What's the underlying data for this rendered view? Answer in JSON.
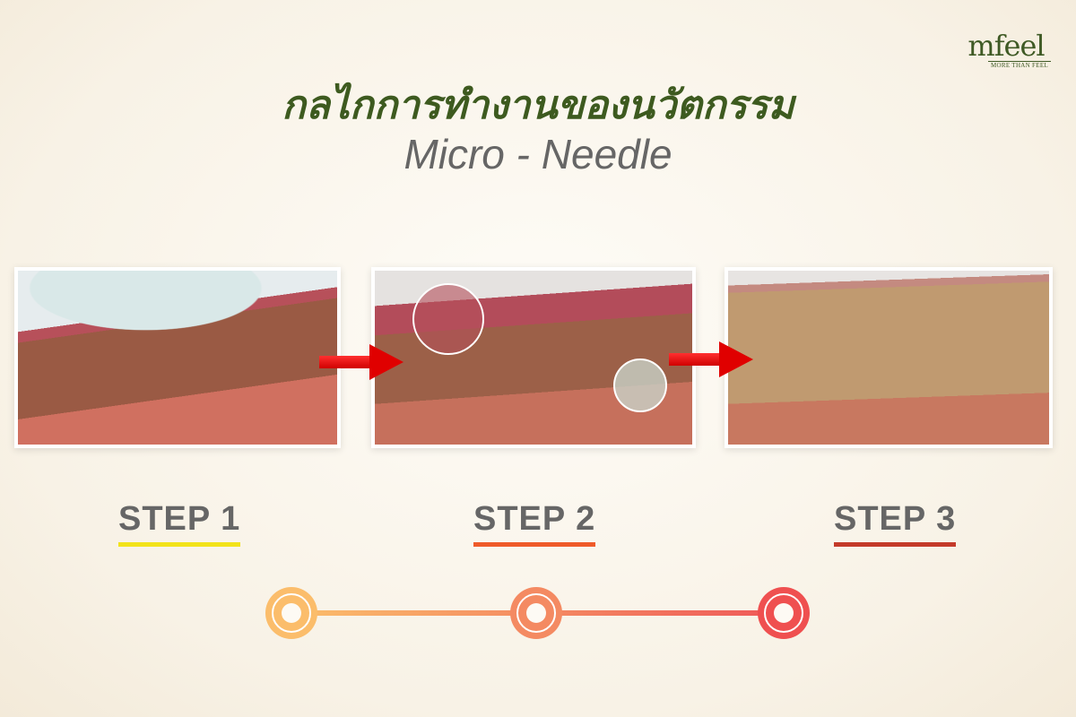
{
  "logo": {
    "brand": "mfeel",
    "tagline": "MORE THAN FEEL"
  },
  "header": {
    "title": "กลไกการทำงานของนวัตกรรม",
    "subtitle": "Micro  -  Needle"
  },
  "steps": [
    {
      "label": "STEP 1",
      "color": "#f2e31a"
    },
    {
      "label": "STEP 2",
      "color": "#ef5a2a"
    },
    {
      "label": "STEP 3",
      "color": "#c43a2a"
    }
  ],
  "timeline": {
    "colors": [
      "#fbbd6b",
      "#f48a62",
      "#ef5858"
    ]
  }
}
